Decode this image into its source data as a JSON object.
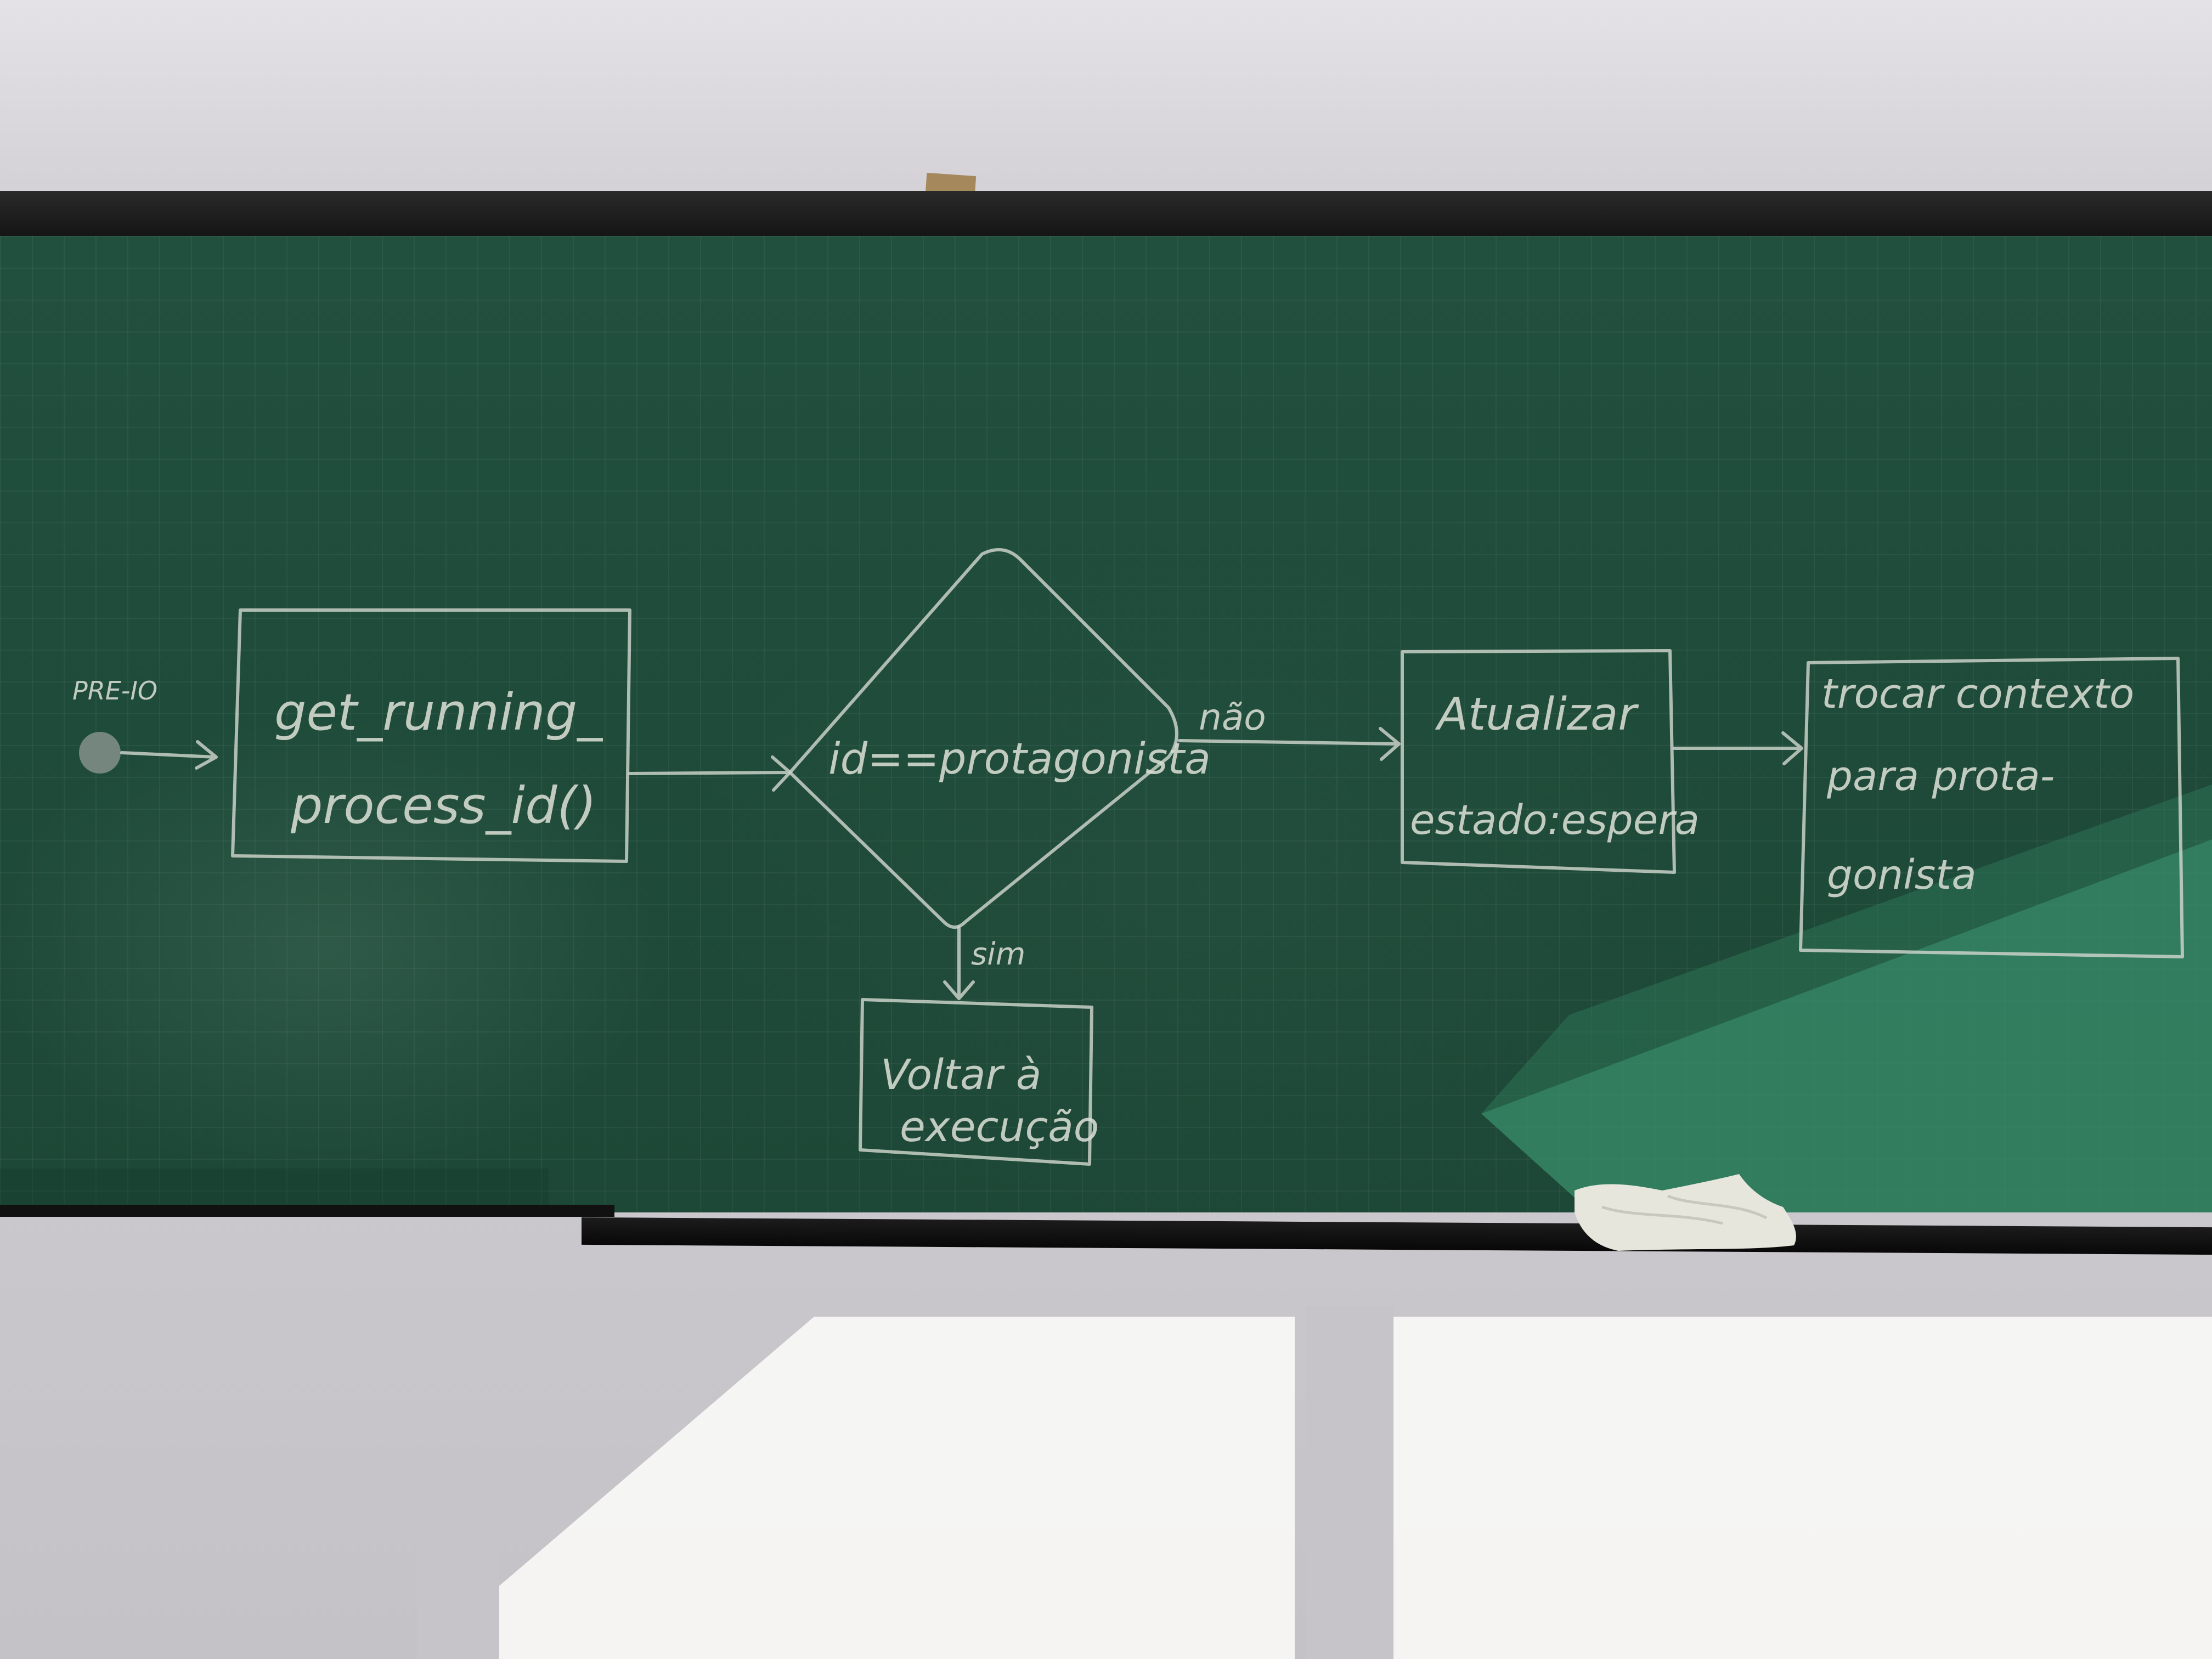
{
  "flowchart": {
    "start_label": "PRE-IO",
    "box1_line1": "get_running_",
    "box1_line2": "process_id()",
    "decision": "id==protagonista",
    "no_label": "não",
    "yes_label": "sim",
    "box_yes_line1": "Voltar à",
    "box_yes_line2": "execução",
    "box_no_line1": "Atualizar",
    "box_no_line2": "estado:espera",
    "box_final_line1": "trocar contexto",
    "box_final_line2": "para prota-",
    "box_final_line3": "gonista"
  },
  "colors": {
    "board": "#1f4b3a",
    "chalk": "#d8ddd3",
    "frame": "#141414",
    "wall": "#d4d2d6"
  }
}
